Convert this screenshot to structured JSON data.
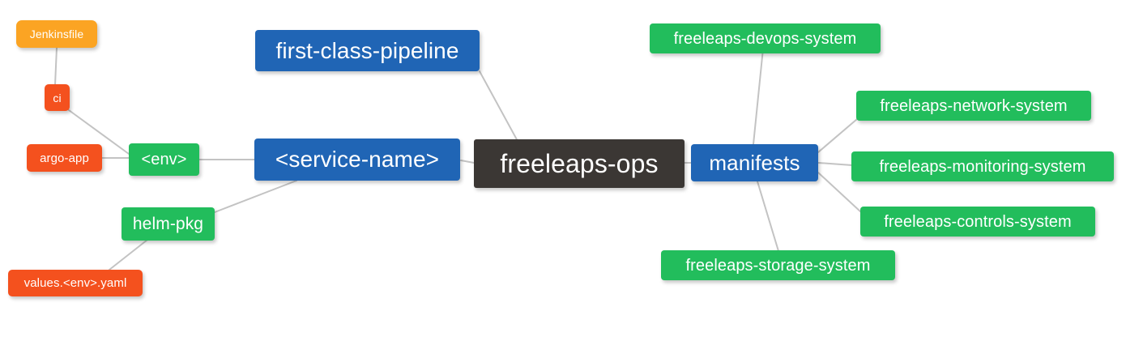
{
  "diagram": {
    "type": "mindmap",
    "title": "freeleaps-ops",
    "background": "#ffffff",
    "edge_color": "#c3c3c3",
    "palette": {
      "root": "#3b3734",
      "blue": "#2065b5",
      "green": "#22bd5c",
      "orange": "#fba423",
      "red": "#f4511e",
      "text": "#ffffff"
    },
    "nodes": {
      "root": {
        "label": "freeleaps-ops"
      },
      "service_name": {
        "label": "<service-name>"
      },
      "first_class_pipeline": {
        "label": "first-class-pipeline"
      },
      "manifests": {
        "label": "manifests"
      },
      "env": {
        "label": "<env>"
      },
      "helm_pkg": {
        "label": "helm-pkg"
      },
      "ci": {
        "label": "ci"
      },
      "jenkinsfile": {
        "label": "Jenkinsfile"
      },
      "argo_app": {
        "label": "argo-app"
      },
      "values_yaml": {
        "label": "values.<env>.yaml"
      },
      "devops_system": {
        "label": "freeleaps-devops-system"
      },
      "network_system": {
        "label": "freeleaps-network-system"
      },
      "monitoring_system": {
        "label": "freeleaps-monitoring-system"
      },
      "controls_system": {
        "label": "freeleaps-controls-system"
      },
      "storage_system": {
        "label": "freeleaps-storage-system"
      }
    },
    "edges": [
      {
        "from": "root",
        "to": "service_name"
      },
      {
        "from": "root",
        "to": "first_class_pipeline"
      },
      {
        "from": "root",
        "to": "manifests"
      },
      {
        "from": "service_name",
        "to": "env"
      },
      {
        "from": "service_name",
        "to": "helm_pkg"
      },
      {
        "from": "env",
        "to": "ci"
      },
      {
        "from": "env",
        "to": "argo_app"
      },
      {
        "from": "ci",
        "to": "jenkinsfile"
      },
      {
        "from": "helm_pkg",
        "to": "values_yaml"
      },
      {
        "from": "manifests",
        "to": "devops_system"
      },
      {
        "from": "manifests",
        "to": "network_system"
      },
      {
        "from": "manifests",
        "to": "monitoring_system"
      },
      {
        "from": "manifests",
        "to": "controls_system"
      },
      {
        "from": "manifests",
        "to": "storage_system"
      }
    ]
  }
}
